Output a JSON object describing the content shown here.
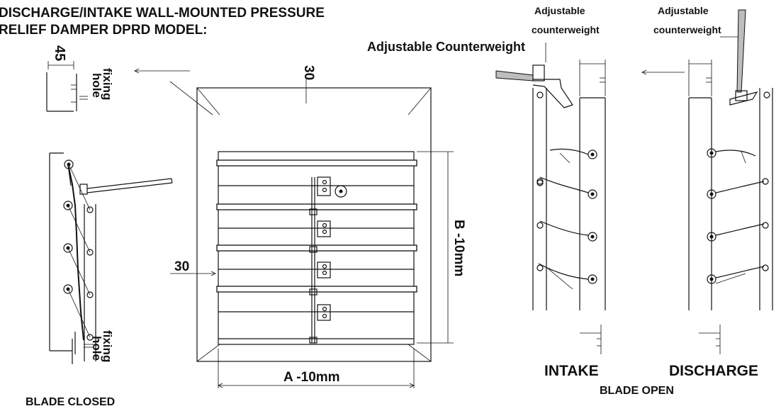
{
  "title": {
    "line1": "DISCHARGE/INTAKE WALL-MOUNTED PRESSURE",
    "line2": "RELIEF DAMPER DPRD MODEL:"
  },
  "labels": {
    "adjustable_counterweight_main": "Adjustable Counterweight",
    "adjustable_1": "Adjustable",
    "counterweight_1": "counterweight",
    "adjustable_2": "Adjustable",
    "counterweight_2": "counterweight",
    "fixing_top_1": "fixing",
    "fixing_top_2": "hole",
    "fixing_bottom_1": "fixing",
    "fixing_bottom_2": "hole",
    "dim_45": "45",
    "dim_30_top": "30",
    "dim_30_left": "30",
    "dim_b": "B -10mm",
    "dim_a": "A -10mm",
    "blade_closed": "BLADE CLOSED",
    "intake": "INTAKE",
    "discharge": "DISCHARGE",
    "blade_open": "BLADE OPEN"
  }
}
